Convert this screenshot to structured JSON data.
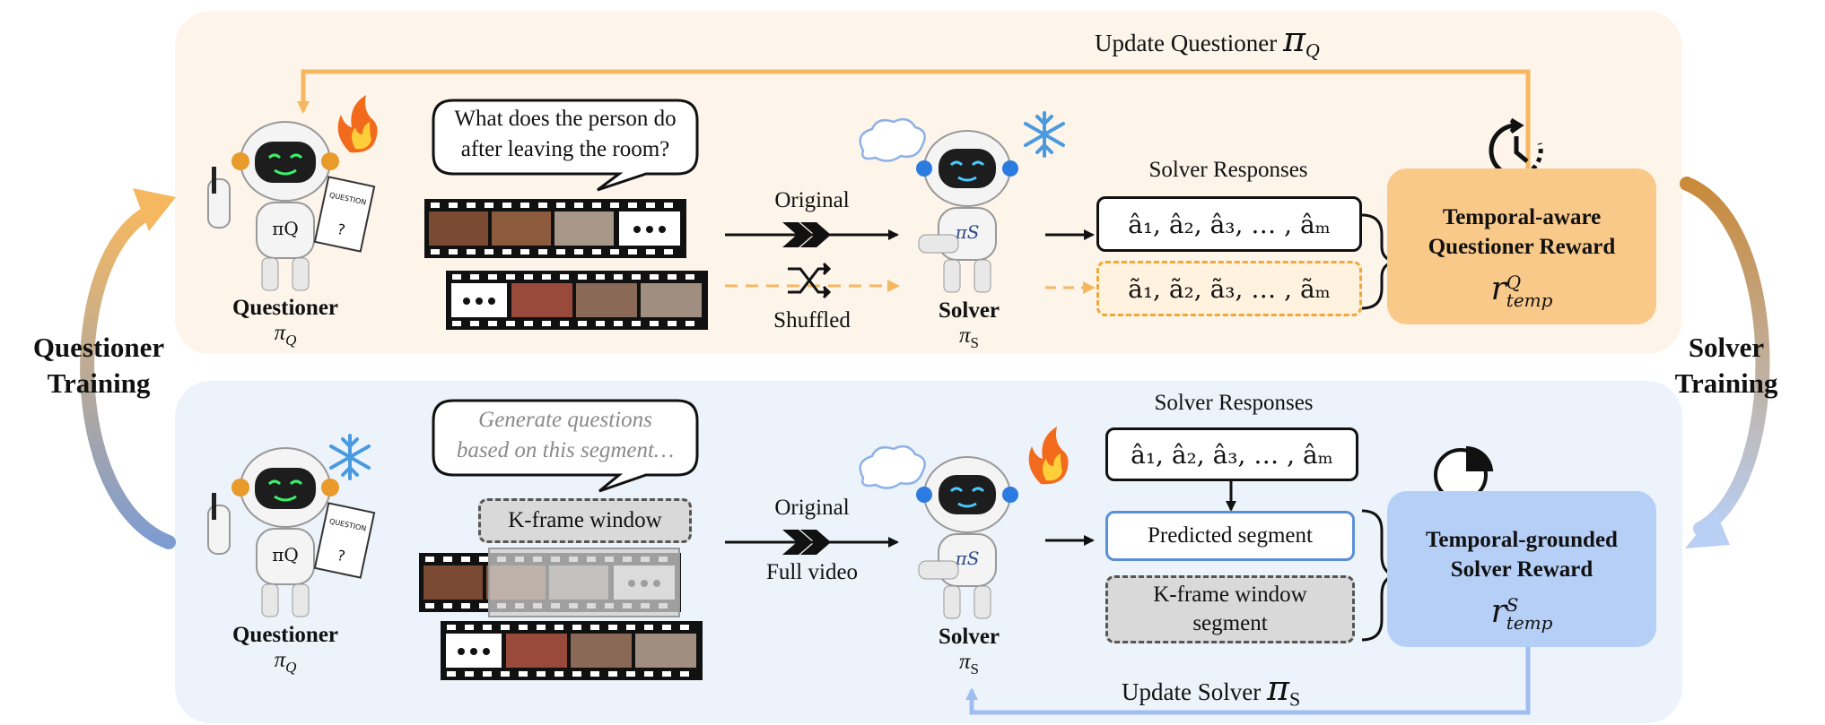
{
  "top": {
    "update_label": "Update Questioner",
    "update_symbol": "π",
    "update_sub": "Q",
    "bubble": [
      "What does the person do",
      "after leaving the room?"
    ],
    "original_label": "Original",
    "shuffled_label": "Shuffled",
    "questioner_name": "Questioner",
    "questioner_sym": "π",
    "questioner_sub": "Q",
    "solver_name": "Solver",
    "solver_sym": "π",
    "solver_sub": "S",
    "responses_title": "Solver Responses",
    "responses_hat": "â₁, â₂, â₃, … , âₘ",
    "responses_tilde": "ã₁, ã₂, ã₃, … , ãₘ",
    "reward_title_1": "Temporal-aware",
    "reward_title_2": "Questioner Reward",
    "reward_sym": "r",
    "reward_sup": "Q",
    "reward_sub": "temp"
  },
  "bottom": {
    "update_label": "Update Solver",
    "update_symbol": "π",
    "update_sub": "S",
    "bubble": [
      "Generate questions",
      "based on this segment…"
    ],
    "kframe_label": "K-frame window",
    "original_label": "Original",
    "fullvideo_label": "Full video",
    "questioner_name": "Questioner",
    "questioner_sym": "π",
    "questioner_sub": "Q",
    "solver_name": "Solver",
    "solver_sym": "π",
    "solver_sub": "S",
    "responses_title": "Solver Responses",
    "responses_hat": "â₁, â₂, â₃, … , âₘ",
    "predicted_label": "Predicted segment",
    "kframe_seg_1": "K-frame window",
    "kframe_seg_2": "segment",
    "reward_title_1": "Temporal-grounded",
    "reward_title_2": "Solver Reward",
    "reward_sym": "r",
    "reward_sup": "S",
    "reward_sub": "temp"
  },
  "side": {
    "left_1": "Questioner",
    "left_2": "Training",
    "right_1": "Solver",
    "right_2": "Training"
  },
  "robot_badge_q": "πQ",
  "robot_badge_s": "πS",
  "paper_label": "QUESTION",
  "colors": {
    "orange": "#f5b860",
    "orange_fill": "#f9c98a",
    "blue": "#9fbef0",
    "blue_fill": "#b5cff7",
    "left_arrow_top": "#f0b466",
    "left_arrow_bottom": "#7e9cd0",
    "right_arrow_top": "#c98a3a",
    "right_arrow_bottom": "#b9cff4"
  }
}
